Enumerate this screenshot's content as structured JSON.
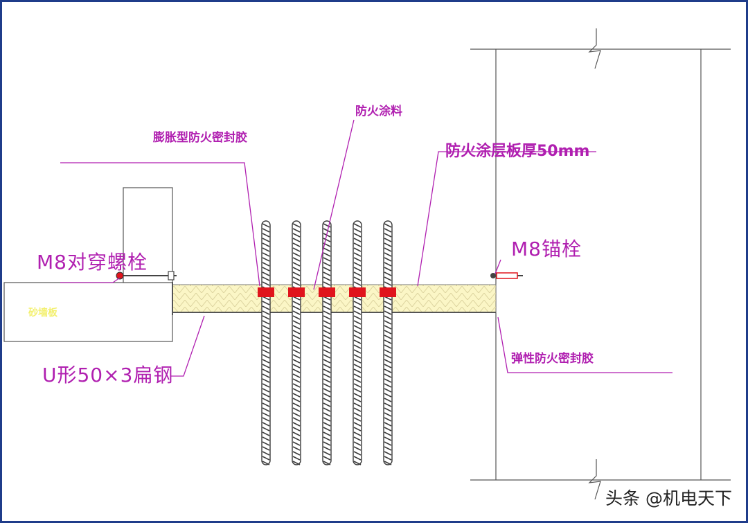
{
  "colors": {
    "annotation": "#b01fb0",
    "outline": "#555555",
    "fire_board": "#fbf6c6",
    "intumescent_seal": "#e0141c",
    "cable": "#3a3a3a",
    "wall_label": "#f3f070",
    "frame_border": "#1f3c8a"
  },
  "labels": {
    "intumescent_sealant": "膨胀型防火密封胶",
    "fire_coating": "防火涂料",
    "fire_board_thickness": "防火涂层板厚50mm",
    "m8_through_bolt": "M8对穿螺栓",
    "m8_anchor_bolt": "M8锚栓",
    "wall": "砂墙板",
    "u_flat_steel": "U形50×3扁钢",
    "elastic_sealant": "弹性防火密封胶"
  },
  "watermark": "头条 @机电天下",
  "cables_count": 5,
  "seal_blocks_count": 5
}
